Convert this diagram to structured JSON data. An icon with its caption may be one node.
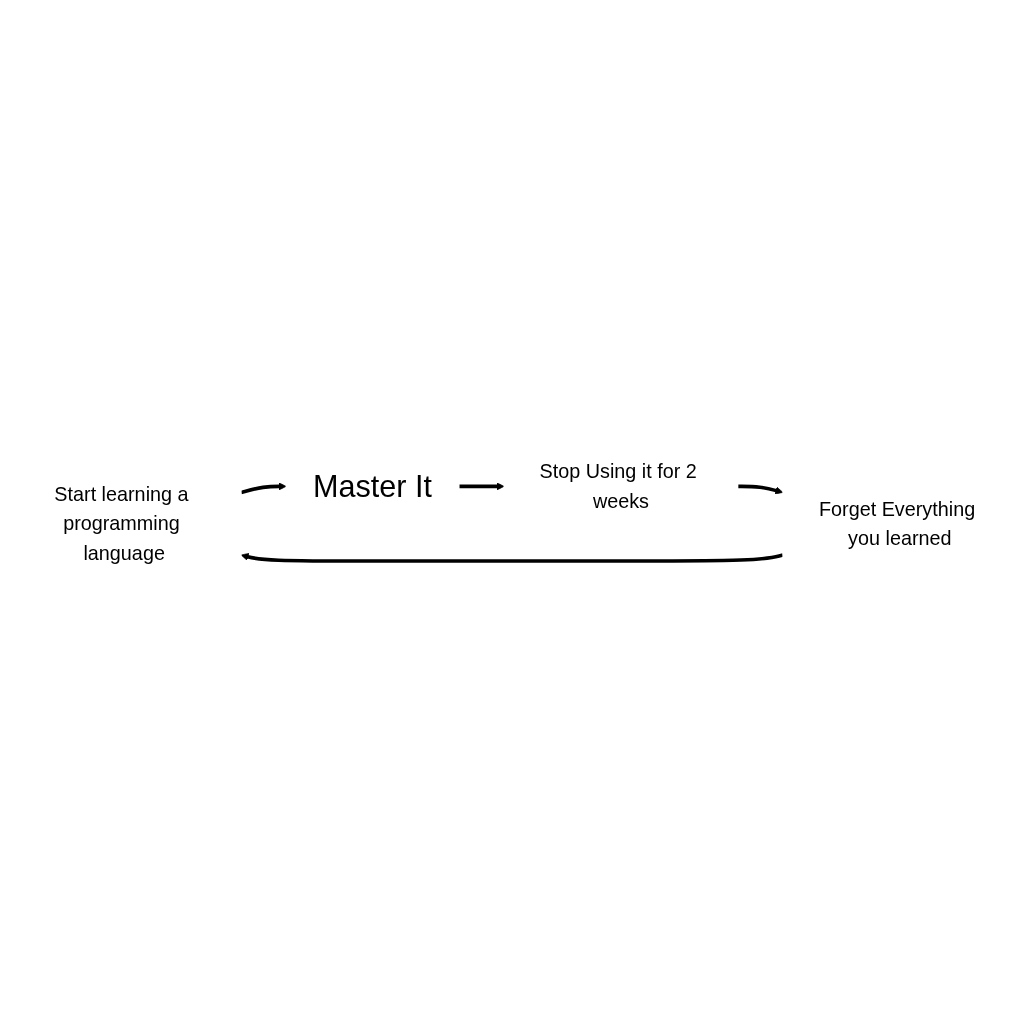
{
  "diagram": {
    "nodes": [
      {
        "text": [
          "Start learning a programming language"
        ]
      },
      {
        "text": [
          "Master It"
        ]
      },
      {
        "text": [
          "Stop Using it for 2 weeks"
        ]
      },
      {
        "text": [
          "Forget Everything you learned"
        ]
      }
    ],
    "edges": [
      {
        "from": 0,
        "to": 1,
        "arrow": "to"
      },
      {
        "from": 1,
        "to": 2,
        "arrow": "to"
      },
      {
        "from": 2,
        "to": 3,
        "arrow": "to"
      },
      {
        "from": 3,
        "to": 0,
        "arrow": "to"
      }
    ]
  }
}
